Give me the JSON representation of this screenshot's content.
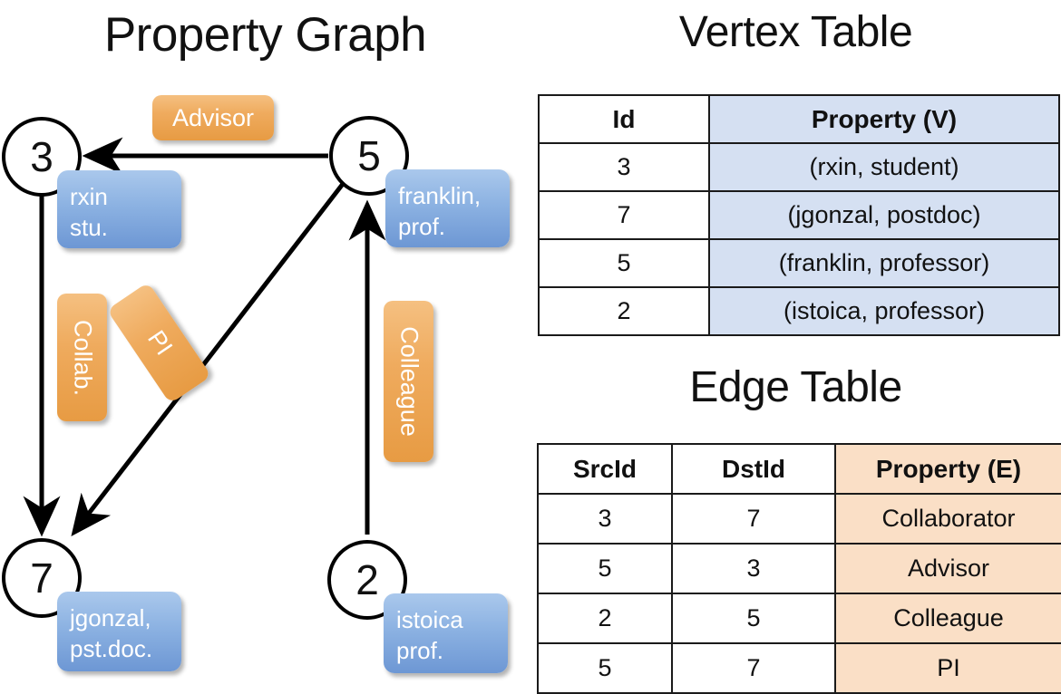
{
  "titles": {
    "property_graph": "Property Graph",
    "vertex_table": "Vertex Table",
    "edge_table": "Edge Table"
  },
  "colors": {
    "vertex_property_fill": "#d5e0f2",
    "edge_property_fill": "#fadfc6",
    "node_property_box": "#8cb2e2",
    "edge_label_box": "#efab5e",
    "stroke": "#000000"
  },
  "graph": {
    "nodes": [
      {
        "id": "3",
        "property": "rxin\nstu.",
        "property_line1": "rxin",
        "property_line2": "stu."
      },
      {
        "id": "5",
        "property": "franklin, prof.",
        "property_line1": "franklin,",
        "property_line2": "prof."
      },
      {
        "id": "7",
        "property": "jgonzal, pst.doc.",
        "property_line1": "jgonzal,",
        "property_line2": "pst.doc."
      },
      {
        "id": "2",
        "property": "istoica prof.",
        "property_line1": "istoica",
        "property_line2": "prof."
      }
    ],
    "edges": [
      {
        "src": "5",
        "dst": "3",
        "label": "Advisor"
      },
      {
        "src": "3",
        "dst": "7",
        "label": "Collab."
      },
      {
        "src": "5",
        "dst": "7",
        "label": "PI"
      },
      {
        "src": "2",
        "dst": "5",
        "label": "Colleague"
      }
    ]
  },
  "vertex_table": {
    "headers": [
      "Id",
      "Property (V)"
    ],
    "rows": [
      {
        "id": "3",
        "property": "(rxin, student)"
      },
      {
        "id": "7",
        "property": "(jgonzal, postdoc)"
      },
      {
        "id": "5",
        "property": "(franklin, professor)"
      },
      {
        "id": "2",
        "property": "(istoica, professor)"
      }
    ]
  },
  "edge_table": {
    "headers": [
      "SrcId",
      "DstId",
      "Property (E)"
    ],
    "rows": [
      {
        "src": "3",
        "dst": "7",
        "property": "Collaborator"
      },
      {
        "src": "5",
        "dst": "3",
        "property": "Advisor"
      },
      {
        "src": "2",
        "dst": "5",
        "property": "Colleague"
      },
      {
        "src": "5",
        "dst": "7",
        "property": "PI"
      }
    ]
  }
}
